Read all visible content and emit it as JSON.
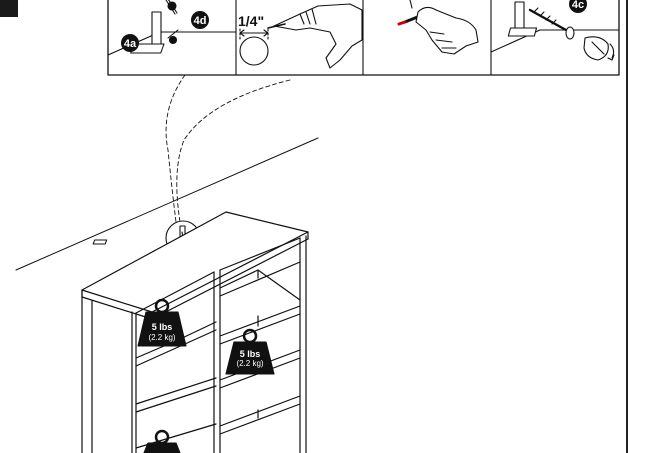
{
  "steps": {
    "panel1": {
      "badge_a": "4a",
      "badge_d": "4d"
    },
    "panel2": {
      "measure": "1/4\""
    },
    "panel4": {
      "badge_c": "4c"
    }
  },
  "weights": [
    {
      "lbs": "5 lbs",
      "kg": "(2.2 kg)"
    },
    {
      "lbs": "5 lbs",
      "kg": "(2.2 kg)"
    }
  ]
}
